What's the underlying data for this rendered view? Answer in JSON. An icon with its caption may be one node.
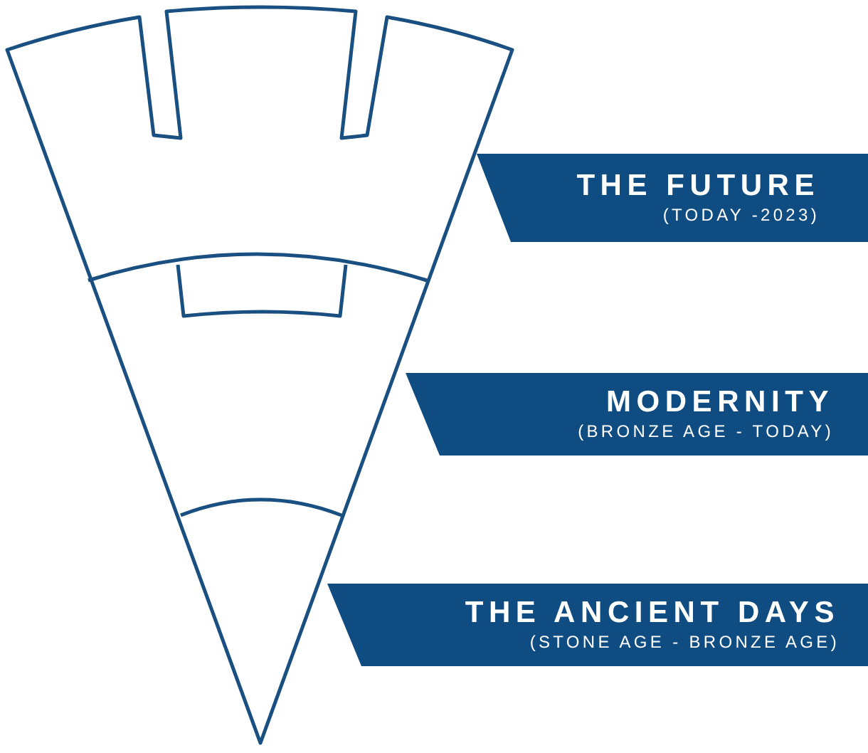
{
  "diagram": {
    "nodes": [
      {
        "text": [
          "THE FUTURE",
          "(TODAY -2023)"
        ]
      },
      {
        "text": [
          "MODERNITY",
          "(BRONZE AGE - TODAY)"
        ]
      },
      {
        "text": [
          "THE ANCIENT DAYS",
          "(STONE AGE - BRONZE AGE)"
        ]
      }
    ]
  }
}
